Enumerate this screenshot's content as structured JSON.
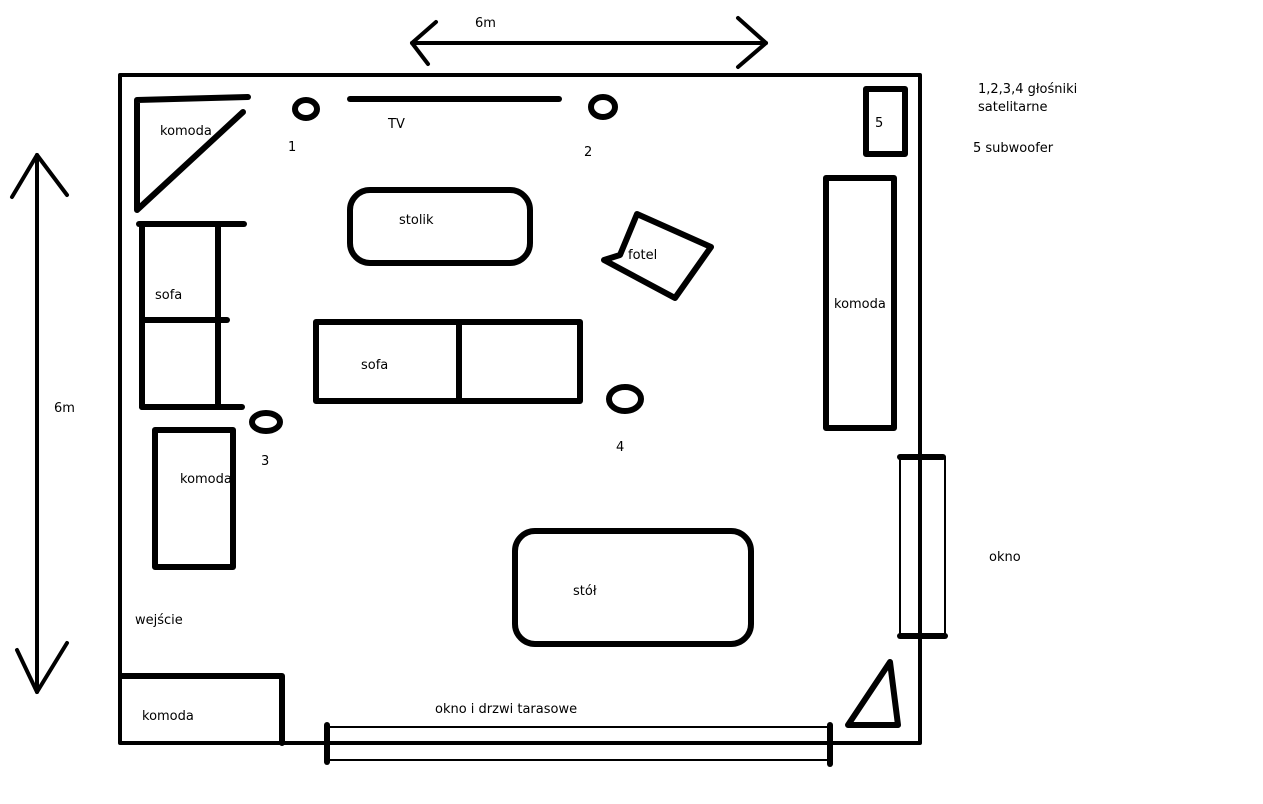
{
  "dimensions": {
    "width_label": "6m",
    "height_label": "6m"
  },
  "legend": {
    "line1": "1,2,3,4 głośniki",
    "line2": "satelitarne",
    "line3": "5 subwoofer"
  },
  "furniture": {
    "komoda_top_left": "komoda",
    "tv": "TV",
    "stolik": "stolik",
    "fotel": "fotel",
    "komoda_right": "komoda",
    "sofa_left": "sofa",
    "sofa_center": "sofa",
    "komoda_left": "komoda",
    "stol": "stół",
    "komoda_bottom_left": "komoda"
  },
  "speakers": {
    "s1": "1",
    "s2": "2",
    "s3": "3",
    "s4": "4",
    "s5": "5"
  },
  "openings": {
    "window_right": "okno",
    "entrance": "wejście",
    "terrace": "okno i drzwi tarasowe"
  },
  "colors": {
    "ink": "#000000",
    "background": "#ffffff"
  }
}
